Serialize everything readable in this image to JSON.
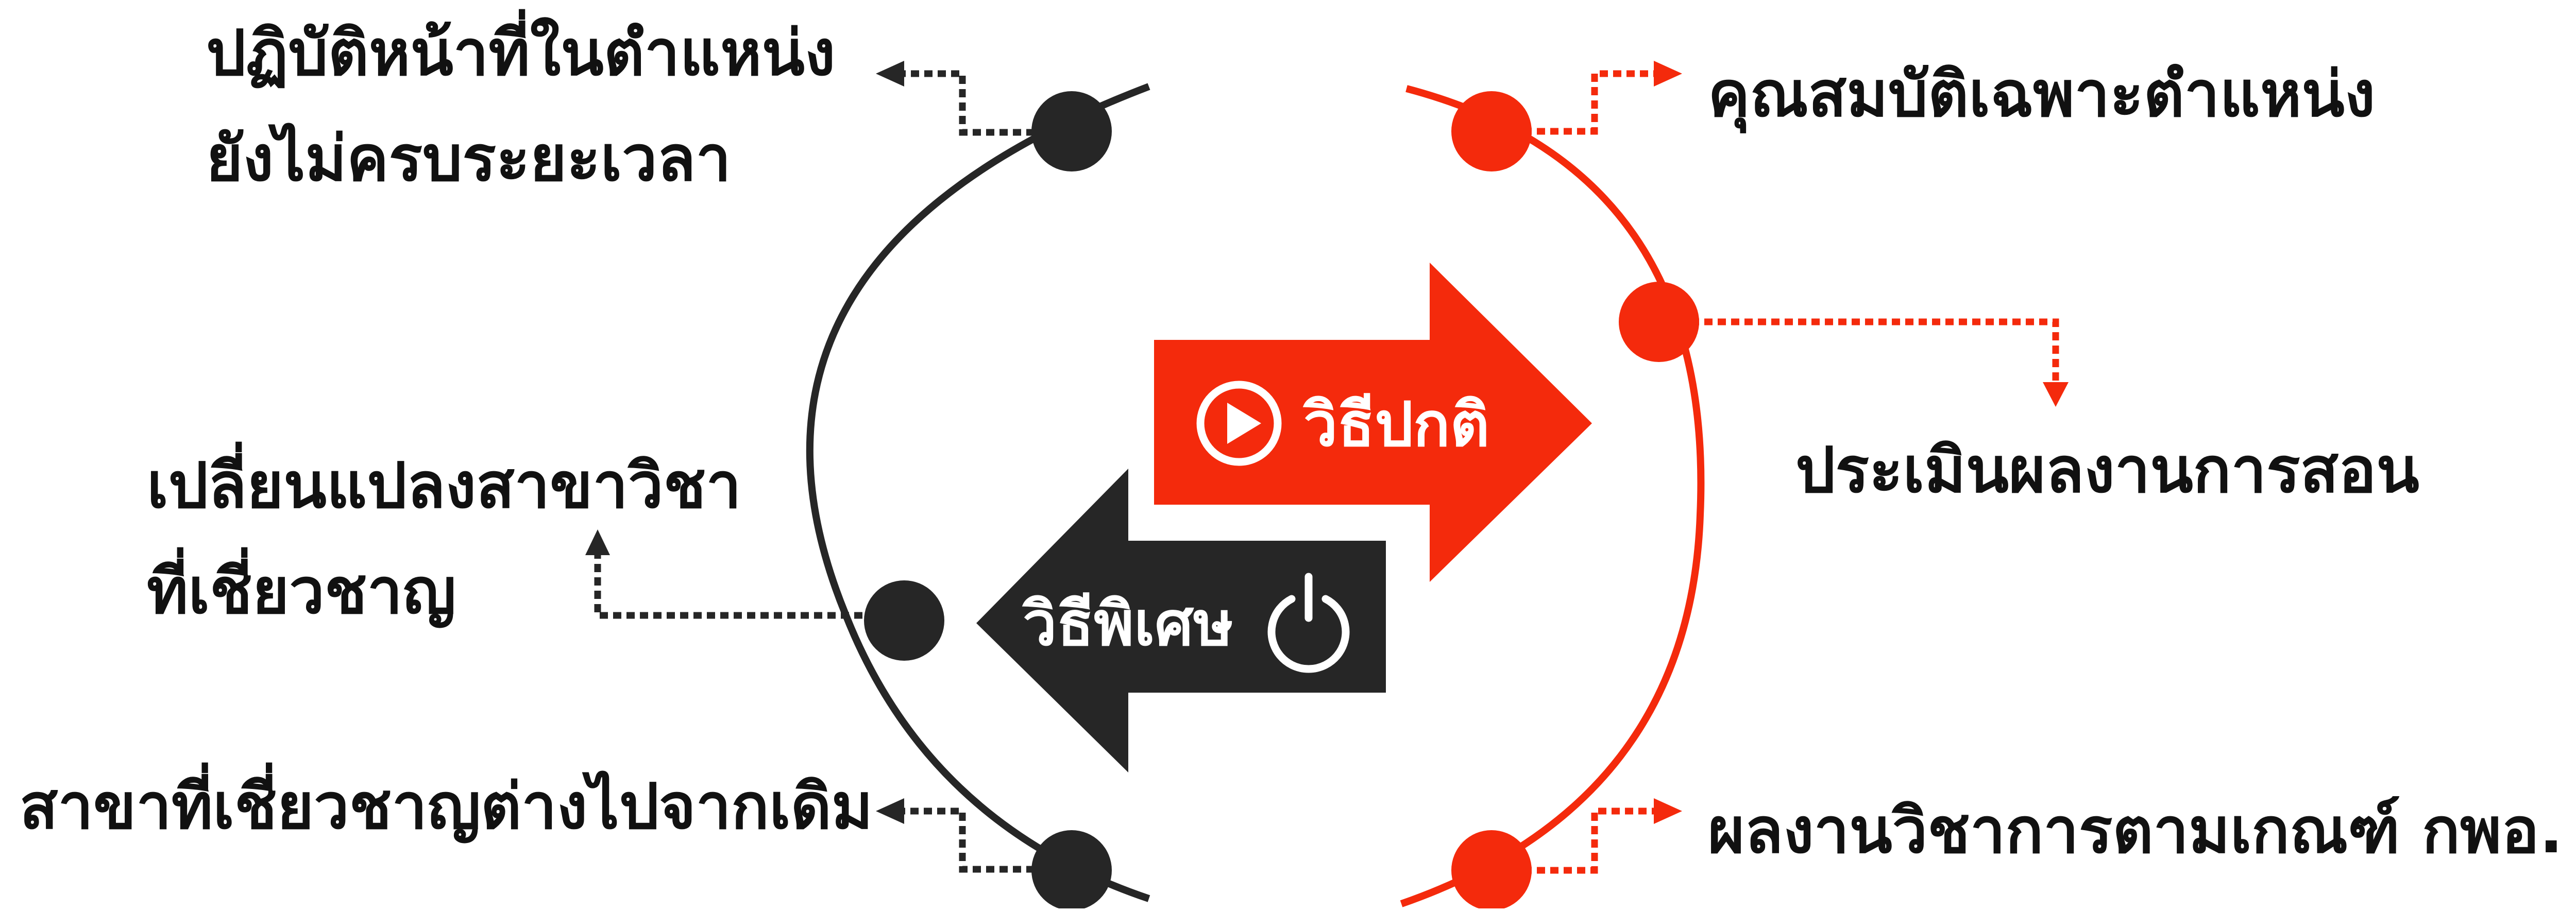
{
  "colors": {
    "accent_red": "#F42A0C",
    "dark": "#262626",
    "text": "#111111",
    "background": "#FFFFFF"
  },
  "center": {
    "normal_path": {
      "label": "วิธีปกติ",
      "icon": "play-circle-icon"
    },
    "special_path": {
      "label": "วิธีพิเศษ",
      "icon": "power-icon"
    }
  },
  "left_items": [
    {
      "lines": [
        "ปฏิบัติหน้าที่ในตำแหน่ง",
        "ยังไม่ครบระยะเวลา"
      ]
    },
    {
      "lines": [
        "เปลี่ยนแปลงสาขาวิชา",
        "ที่เชี่ยวชาญ"
      ]
    },
    {
      "lines": [
        "สาขาที่เชี่ยวชาญต่างไปจากเดิม"
      ]
    }
  ],
  "right_items": [
    {
      "lines": [
        "คุณสมบัติเฉพาะตำแหน่ง"
      ]
    },
    {
      "lines": [
        "ประเมินผลงานการสอน"
      ]
    },
    {
      "lines": [
        "ผลงานวิชาการตามเกณฑ์ กพอ."
      ]
    }
  ]
}
